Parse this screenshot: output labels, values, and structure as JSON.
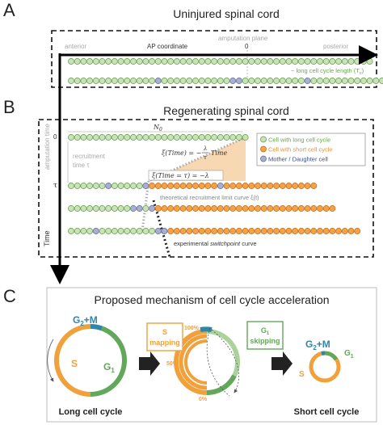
{
  "panels": {
    "a": {
      "letter": "A",
      "title": "Uninjured spinal cord",
      "anterior_label": "anterior",
      "posterior_label": "posterior",
      "ap_coordinate_label": "AP coordinate",
      "amputation_plane_label": "amputation plane",
      "zero_label": "0",
      "cell_cycle_note": "~ long cell cycle length (T",
      "cell_cycle_note_sub": "c",
      "cell_cycle_note_end": ")"
    },
    "b": {
      "letter": "B",
      "title": "Regenerating spinal cord",
      "amputation_time_label": "amputation time",
      "time_label": "Time",
      "zero_label": "0",
      "tau_label": "τ",
      "n0_label": "N",
      "n0_sub": "0",
      "recruitment_label_1": "recruitment",
      "recruitment_label_2": "time τ",
      "eq_xi_time": "ξ(Time) = −",
      "eq_lambda": "λ",
      "eq_tau": "τ",
      "eq_time": "Time",
      "eq_xi_tau": "ξ(Time = τ) = −λ",
      "theoretical_curve_label": "theoretical recruitment limit curve ξ(t)",
      "experimental_curve_prefix": "experimental ",
      "experimental_curve_italic": "switchpoint",
      "experimental_curve_suffix": " curve",
      "legend": [
        {
          "label": "Cell with long cell cycle",
          "color": "#c9e3b6",
          "border": "#5f9a4a",
          "text_color": "#6aa84f"
        },
        {
          "label": "Cell with short cell cycle",
          "color": "#f4a24a",
          "border": "#c06a10",
          "text_color": "#e69138"
        },
        {
          "label": "Mother / Daughter cell",
          "color": "#a8afcf",
          "border": "#5f6a9a",
          "text_color": "#3d4f8a"
        }
      ]
    },
    "c": {
      "letter": "C",
      "title": "Proposed mechanism of cell cycle acceleration",
      "long_cycle_label": "Long cell cycle",
      "short_cycle_label": "Short cell cycle",
      "g2m_label": "G",
      "g2m_sub": "2",
      "g2m_suffix": "+M",
      "g1_label": "G",
      "g1_sub": "1",
      "s_label": "S",
      "s_mapping_box": [
        "S",
        "mapping"
      ],
      "g1_skipping_box_1": "G",
      "g1_skipping_sub": "1",
      "g1_skipping_box_2": "skipping",
      "pct_100": "100%",
      "pct_50": "50%",
      "pct_0": "0%"
    }
  },
  "colors": {
    "long_cell": "#c9e3b6",
    "long_cell_border": "#5f9a4a",
    "short_cell": "#f4a24a",
    "short_cell_border": "#c06a10",
    "mother_cell": "#a8afcf",
    "mother_cell_border": "#5f6a9a",
    "s_phase": "#f0a13c",
    "g1_phase": "#62a85a",
    "g2m_phase": "#2f86a8",
    "g1_light": "#a9d39b",
    "recruitment_fill": "#f8d8b2"
  }
}
